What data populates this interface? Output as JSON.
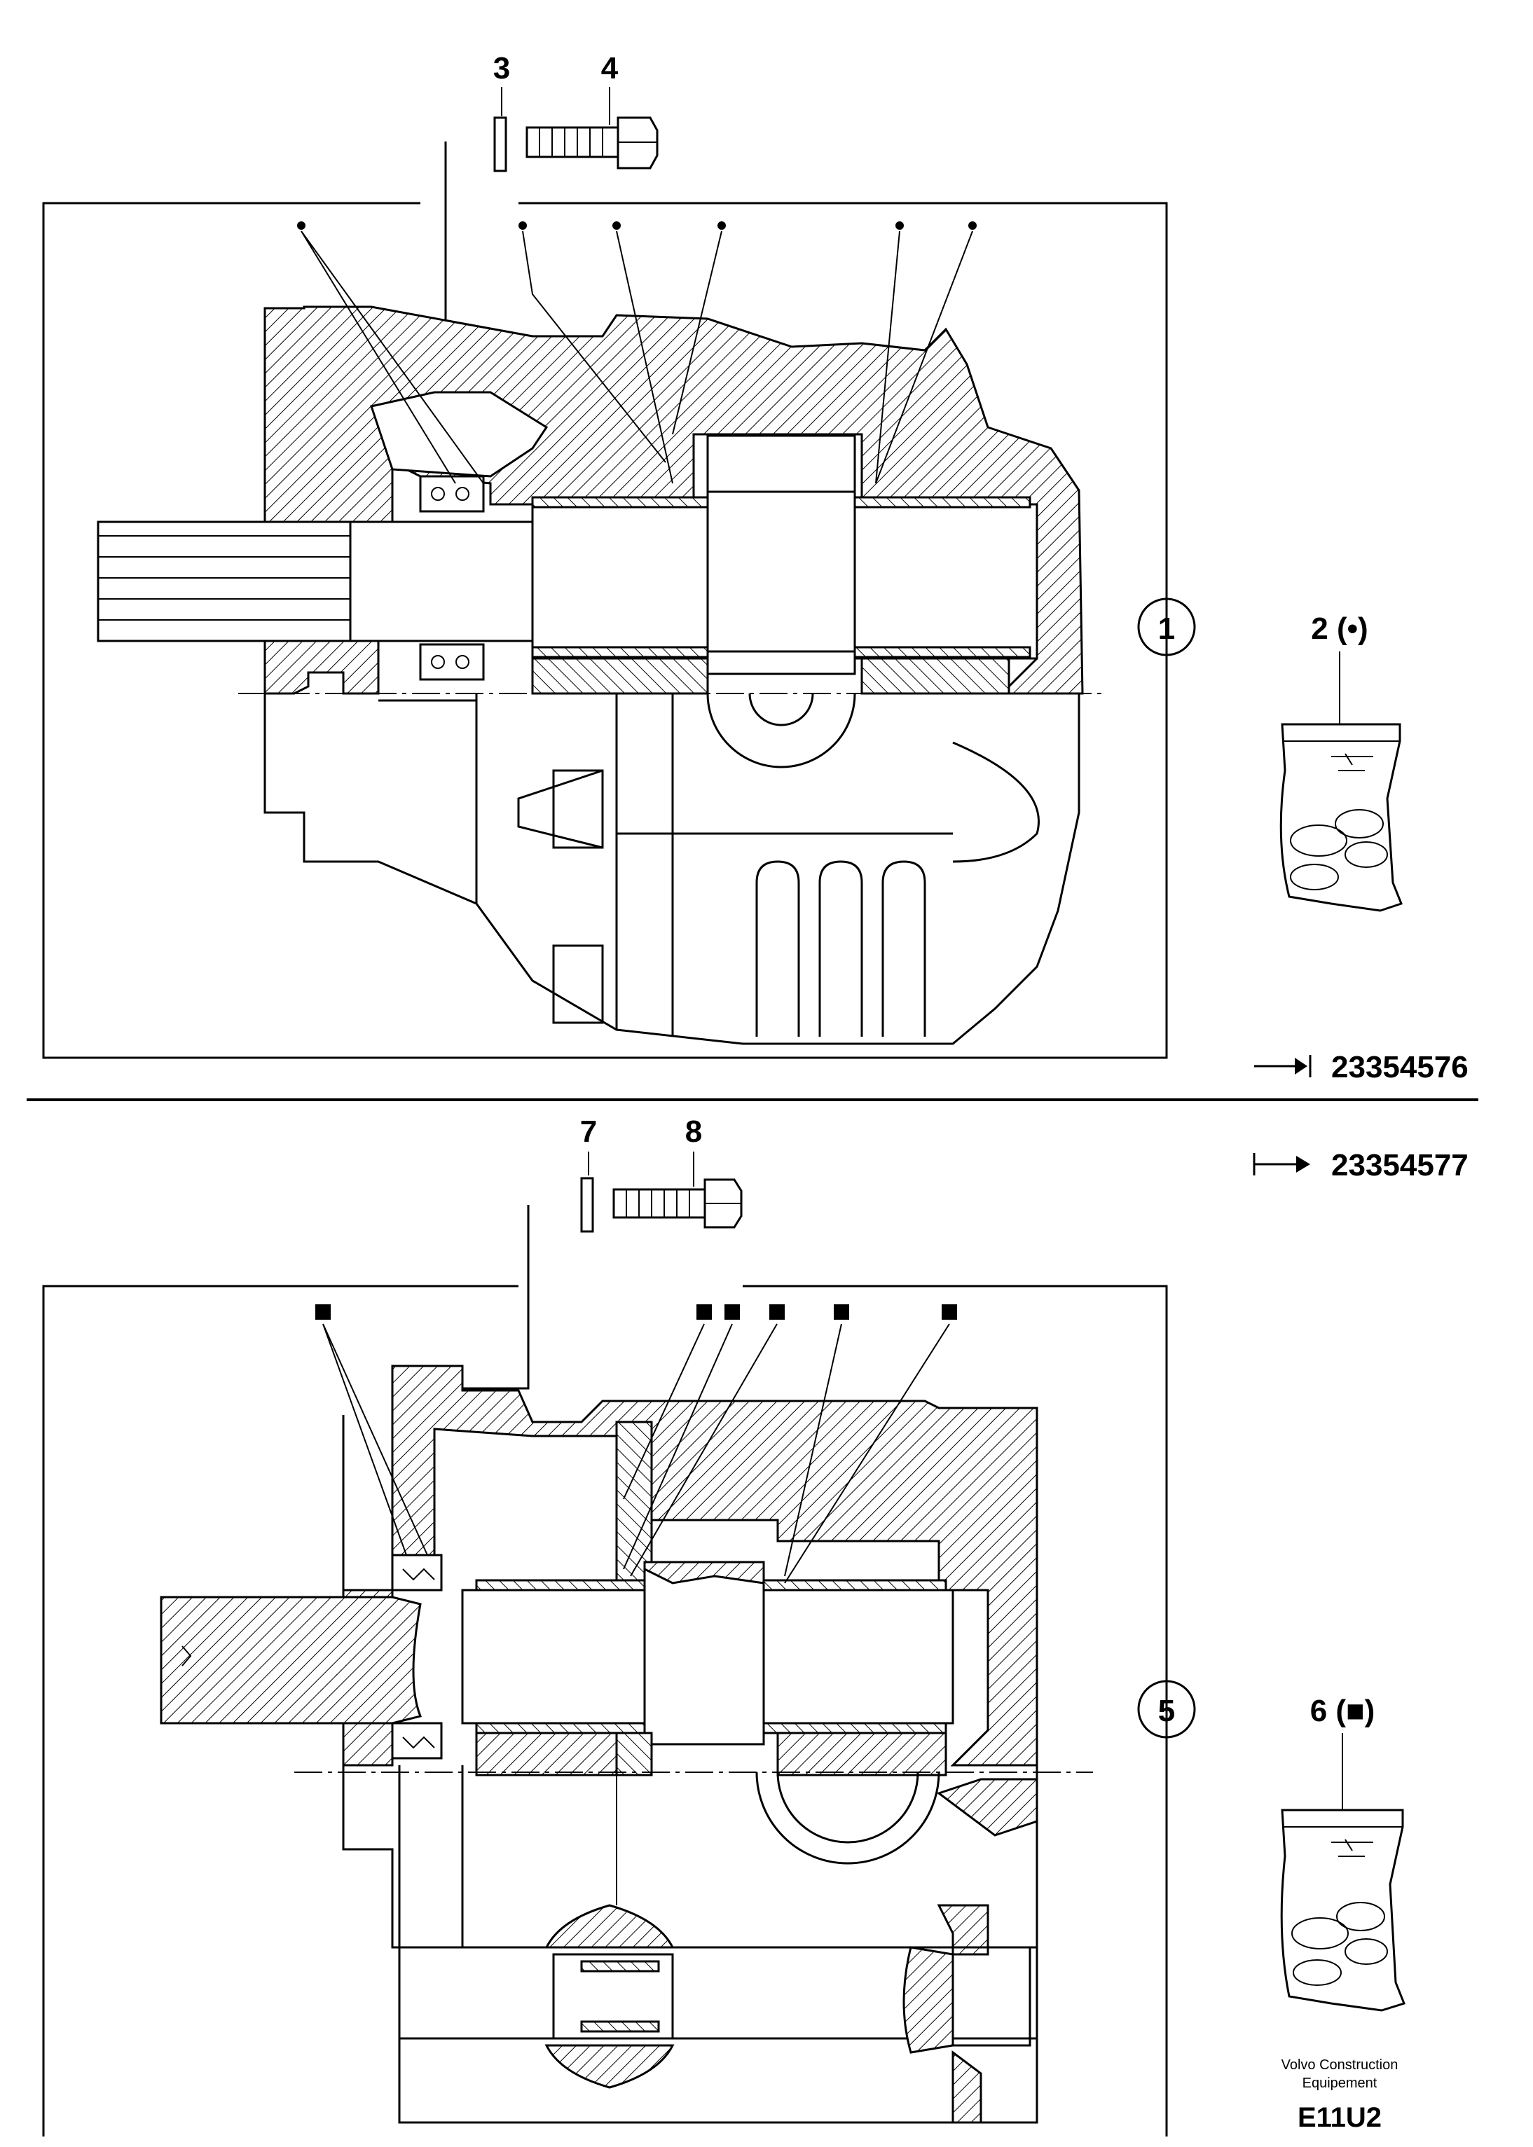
{
  "upper_view": {
    "callouts": {
      "seal_kit_item": "3",
      "screw_item": "4",
      "assembly_item": "1",
      "kit_item": "2 (•)"
    },
    "marker_symbol": "•",
    "part_number_before": "23354576",
    "arrow_before": "→|"
  },
  "lower_view": {
    "callouts": {
      "seal_kit_item": "7",
      "screw_item": "8",
      "assembly_item": "5",
      "kit_item": "6 (■)"
    },
    "marker_symbol": "■",
    "part_number_after": "23354577",
    "arrow_after": "|→"
  },
  "footer": {
    "publisher_line1": "Volvo Construction",
    "publisher_line2": "Equipement",
    "code": "E11U2"
  }
}
